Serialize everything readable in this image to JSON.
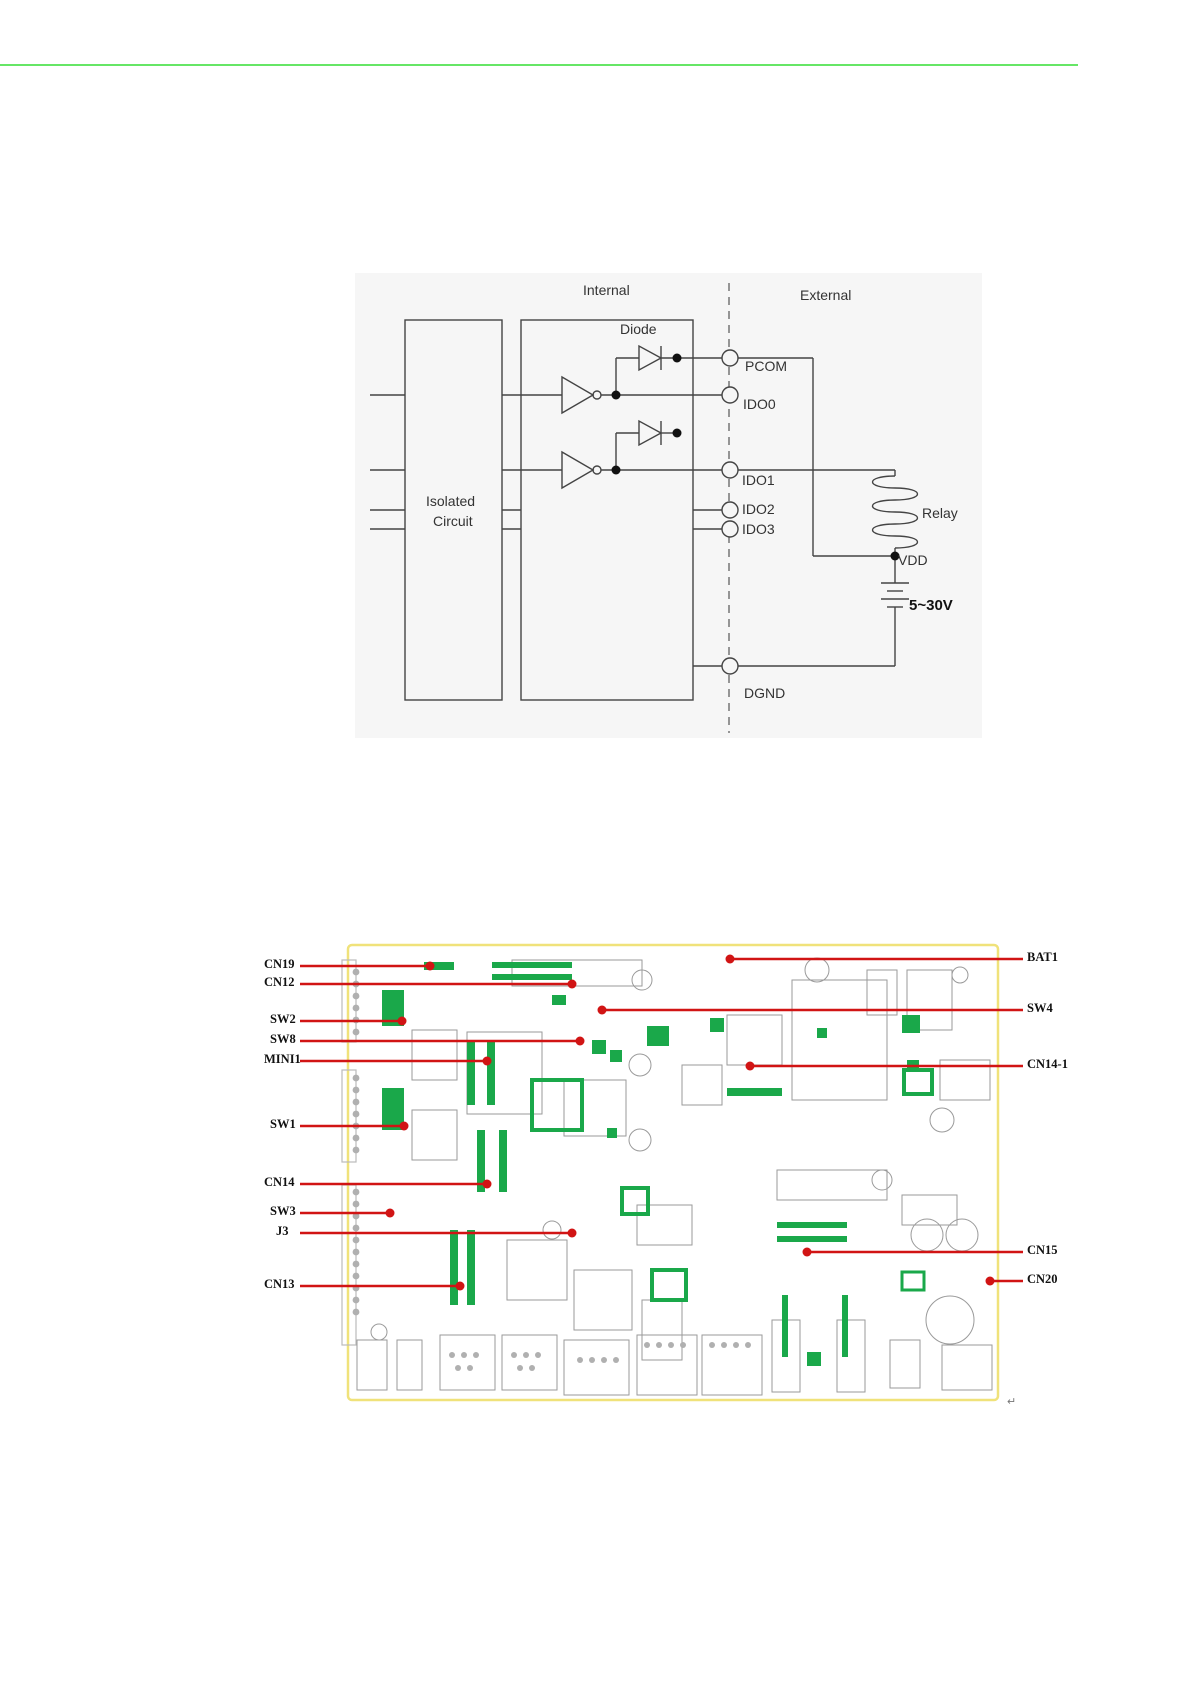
{
  "header": {
    "rule_color": "#66e666"
  },
  "circuit_diagram": {
    "labels": {
      "internal": "Internal",
      "external": "External",
      "diode": "Diode",
      "isolated_1": "Isolated",
      "isolated_2": "Circuit",
      "relay": "Relay",
      "vdd": "VDD",
      "voltage": "5~30V"
    },
    "pins": [
      {
        "key": "pcom",
        "label": "PCOM"
      },
      {
        "key": "ido0",
        "label": "IDO0"
      },
      {
        "key": "ido1",
        "label": "IDO1"
      },
      {
        "key": "ido2",
        "label": "IDO2"
      },
      {
        "key": "ido3",
        "label": "IDO3"
      },
      {
        "key": "dgnd",
        "label": "DGND"
      }
    ]
  },
  "board_diagram": {
    "silkscreen_color": "#1aa84a",
    "marker_color": "#d11414",
    "outline_color": "#f0e27a",
    "left_labels": [
      "CN19",
      "CN12",
      "SW2",
      "SW8",
      "MINI1",
      "SW1",
      "CN14",
      "SW3",
      "J3",
      "CN13"
    ],
    "right_labels": [
      "BAT1",
      "SW4",
      "CN14-1",
      "CN15",
      "CN20"
    ],
    "return_mark": "↵"
  }
}
